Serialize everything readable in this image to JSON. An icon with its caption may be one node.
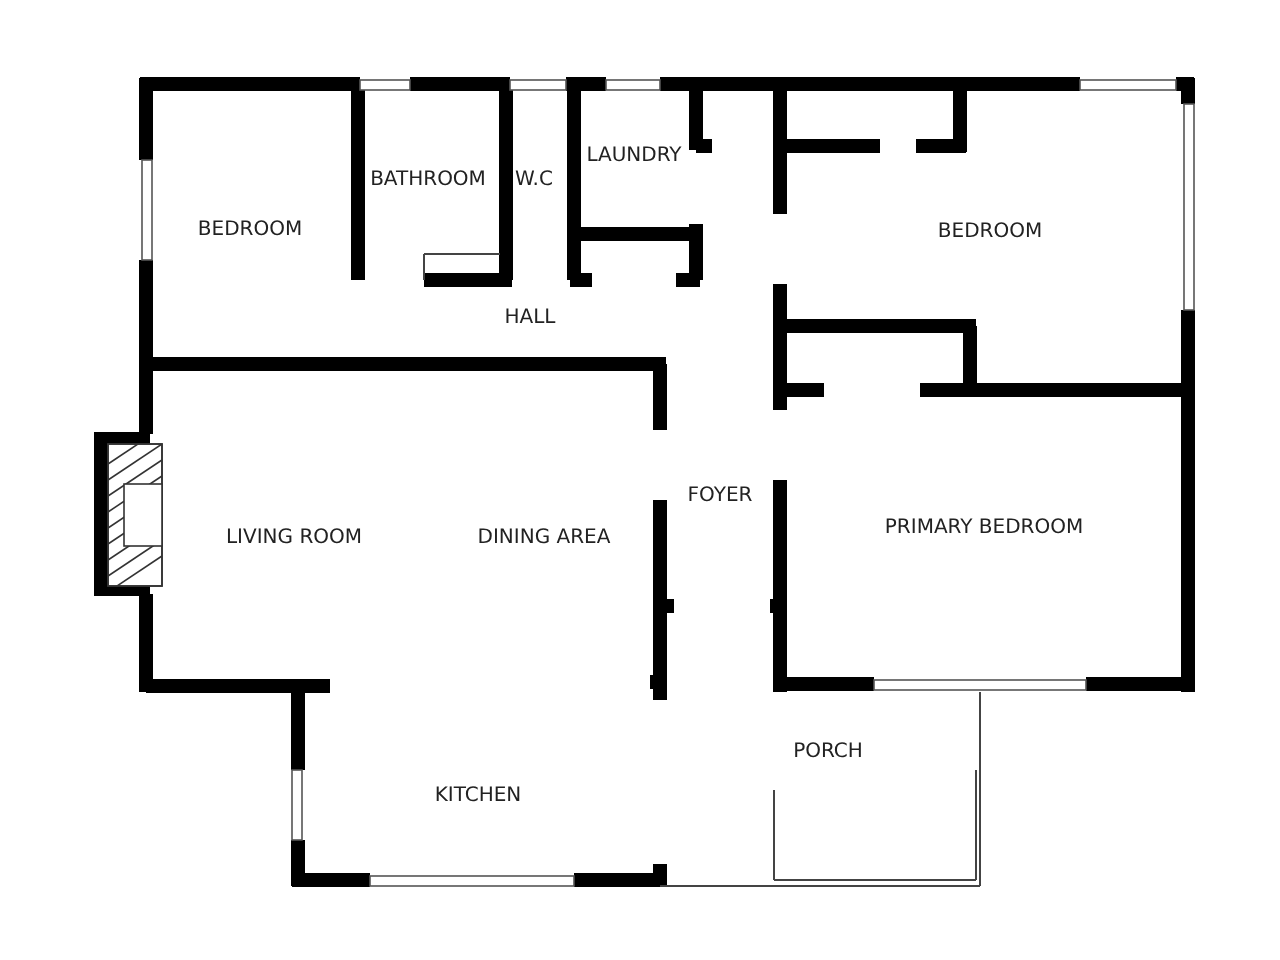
{
  "diagram": {
    "labels": [
      "LAUNDRY",
      "BATHROOM",
      "W.C",
      "BEDROOM",
      "BEDROOM",
      "HALL",
      "FOYER",
      "PRIMARY BEDROOM",
      "LIVING ROOM",
      "DINING AREA",
      "PORCH",
      "KITCHEN"
    ]
  }
}
